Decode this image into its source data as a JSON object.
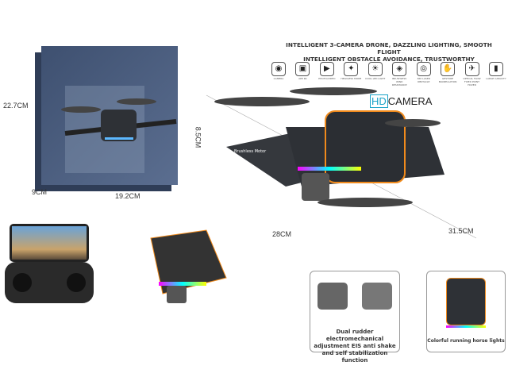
{
  "headline": [
    "INTELLIGENT 3-CAMERA DRONE, DAZZLING LIGHTING, SMOOTH FLIGHT",
    "INTELLIGENT OBSTACLE AVOIDANCE, TRUSTWORTHY"
  ],
  "features": [
    {
      "icon": "camera-icon",
      "label": "CAMERA"
    },
    {
      "icon": "app-icon",
      "label": "APP RC"
    },
    {
      "icon": "video-icon",
      "label": "PHOTO/VIDEO"
    },
    {
      "icon": "headless-icon",
      "label": "HEADLESS MODE"
    },
    {
      "icon": "light-icon",
      "label": "COOL LED LIGHT"
    },
    {
      "icon": "brushless-icon",
      "label": "BRUSHLESS WIND RESISTANCE"
    },
    {
      "icon": "laser-icon",
      "label": "360 LASER OBSTACLE"
    },
    {
      "icon": "gesture-icon",
      "label": "GESTURE MANIPULATION"
    },
    {
      "icon": "drone-icon",
      "label": "OPTICAL FLOW FIXED POINT HOVER"
    },
    {
      "icon": "battery-icon",
      "label": "LARGE CAPACITY"
    }
  ],
  "hd_camera": {
    "hd": "HD",
    "camera": "CAMERA"
  },
  "box_dims": {
    "height": "22.7CM",
    "depth": "9CM",
    "width": "19.2CM"
  },
  "drone_dims": {
    "height": "8.5CM",
    "width": "28CM",
    "length": "31.5CM"
  },
  "arm_label": "Brushless Motor",
  "panels": {
    "gimbal": "Dual rudder electromechanical adjustment EIS anti shake and self stabilization function",
    "lights": "Colorful running horse lights"
  },
  "colors": {
    "accent": "#f08a1c",
    "body": "#2e3136",
    "box": "#4a5c7c",
    "hd": "#1aa3c8"
  }
}
